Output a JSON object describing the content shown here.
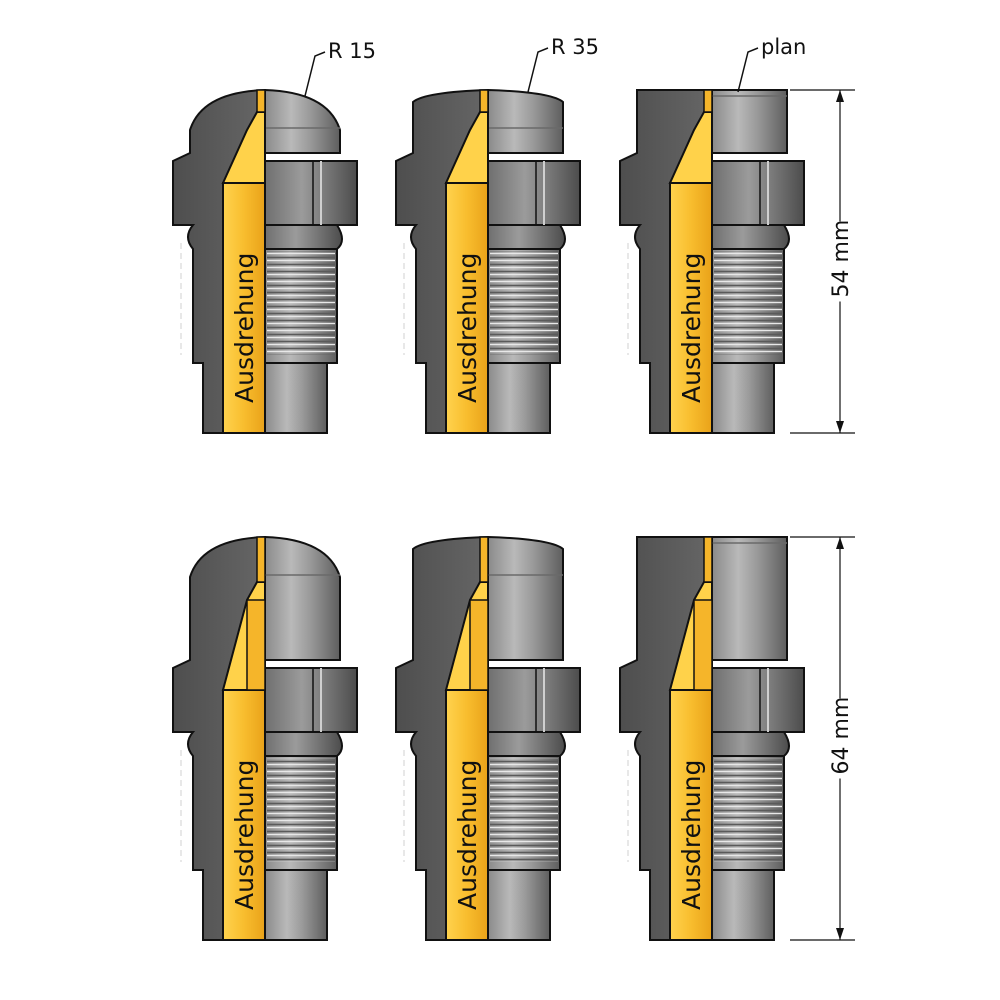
{
  "labels": {
    "bore": "Ausdrehung",
    "dome_small": "R 15",
    "dome_large": "R 35",
    "flat": "plan",
    "height_short": "54 mm",
    "height_long": "64 mm"
  },
  "colors": {
    "steel_dark": "#5a5a5a",
    "steel_mid": "#7c7c7c",
    "steel_light": "#b5b5b5",
    "bore_fill": "#f5b52a",
    "bore_light": "#ffd24a",
    "line": "#111111"
  },
  "fittings": [
    {
      "name": "fitting-short-r15",
      "row": "short",
      "top": "r15",
      "callout": "dome_small"
    },
    {
      "name": "fitting-short-r35",
      "row": "short",
      "top": "r35",
      "callout": "dome_large"
    },
    {
      "name": "fitting-short-flat",
      "row": "short",
      "top": "flat",
      "callout": "flat"
    },
    {
      "name": "fitting-long-r15",
      "row": "long",
      "top": "r15",
      "callout": ""
    },
    {
      "name": "fitting-long-r35",
      "row": "long",
      "top": "r35",
      "callout": ""
    },
    {
      "name": "fitting-long-flat",
      "row": "long",
      "top": "flat",
      "callout": ""
    }
  ]
}
